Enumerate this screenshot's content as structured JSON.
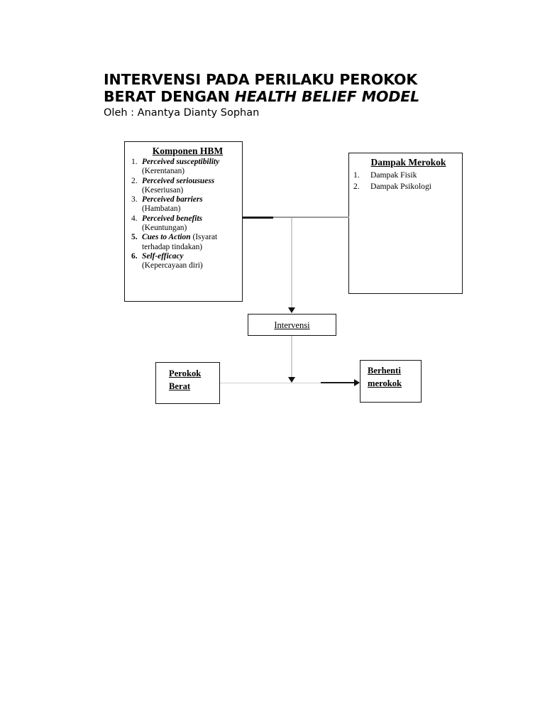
{
  "title": {
    "line1": "INTERVENSI PADA PERILAKU PEROKOK",
    "line2_normal": "BERAT DENGAN ",
    "line2_italic": "HEALTH BELIEF MODEL",
    "byline": "Oleh : Anantya Dianty Sophan"
  },
  "diagram": {
    "hbm_box": {
      "heading": "Komponen HBM",
      "items": [
        {
          "num": "1.",
          "num_bold": false,
          "term": "Perceived susceptibility",
          "gloss": "(Kerentanan)",
          "gloss_inline": false
        },
        {
          "num": "2.",
          "num_bold": false,
          "term": "Perceived seriousuess",
          "gloss": "(Keseriusan)",
          "gloss_inline": false
        },
        {
          "num": "3.",
          "num_bold": false,
          "term": "Perceived barriers",
          "gloss": "(Hambatan)",
          "gloss_inline": false
        },
        {
          "num": "4.",
          "num_bold": false,
          "term": "Perceived benefits",
          "gloss": "(Keuntungan)",
          "gloss_inline": false
        },
        {
          "num": "5.",
          "num_bold": true,
          "term": "Cues to Action",
          "gloss": "(Isyarat terhadap tindakan)",
          "gloss_inline": true
        },
        {
          "num": "6.",
          "num_bold": true,
          "term": "Self-efficacy",
          "gloss": "(Kepercayaan diri)",
          "gloss_inline": false
        }
      ]
    },
    "dampak_box": {
      "heading": "Dampak Merokok",
      "items": [
        {
          "num": "1.",
          "label": "Dampak Fisik"
        },
        {
          "num": "2.",
          "label": "Dampak Psikologi"
        }
      ]
    },
    "intervensi_box": {
      "label": "Intervensi"
    },
    "perokok_box": {
      "line1": "Perokok",
      "line2": "Berat"
    },
    "berhenti_box": {
      "line1": "Berhenti",
      "line2": "merokok "
    }
  },
  "colors": {
    "page_background": "#ffffff",
    "ink": "#000000",
    "box_border": "#141414",
    "connector": "#3a3a3a",
    "connector_light": "#d0d0d0"
  }
}
